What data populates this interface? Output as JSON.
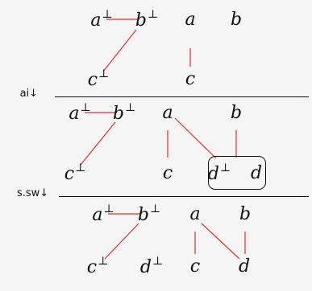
{
  "diagram": {
    "stages": [
      {
        "nodes": [
          {
            "id": "a_perp",
            "label": "a",
            "perp": true
          },
          {
            "id": "b_perp",
            "label": "b",
            "perp": true
          },
          {
            "id": "a",
            "label": "a",
            "perp": false
          },
          {
            "id": "b",
            "label": "b",
            "perp": false
          },
          {
            "id": "c_perp",
            "label": "c",
            "perp": true
          },
          {
            "id": "c",
            "label": "c",
            "perp": false
          }
        ],
        "edges": [
          [
            "a_perp",
            "b_perp"
          ],
          [
            "b_perp",
            "c_perp"
          ],
          [
            "a",
            "c"
          ]
        ]
      },
      {
        "rule": "ai↓",
        "nodes": [
          {
            "id": "a_perp",
            "label": "a",
            "perp": true
          },
          {
            "id": "b_perp",
            "label": "b",
            "perp": true
          },
          {
            "id": "a",
            "label": "a",
            "perp": false
          },
          {
            "id": "b",
            "label": "b",
            "perp": false
          },
          {
            "id": "c_perp",
            "label": "c",
            "perp": true
          },
          {
            "id": "c",
            "label": "c",
            "perp": false
          },
          {
            "id": "d_perp",
            "label": "d",
            "perp": true
          },
          {
            "id": "d",
            "label": "d",
            "perp": false
          }
        ],
        "edges": [
          [
            "a_perp",
            "b_perp"
          ],
          [
            "b_perp",
            "c_perp"
          ],
          [
            "a",
            "c"
          ],
          [
            "a",
            "d_perp"
          ],
          [
            "b",
            "d_perp"
          ]
        ],
        "boxed": [
          "d_perp",
          "d"
        ]
      },
      {
        "rule": "s.sw↓",
        "nodes": [
          {
            "id": "a_perp",
            "label": "a",
            "perp": true
          },
          {
            "id": "b_perp",
            "label": "b",
            "perp": true
          },
          {
            "id": "a",
            "label": "a",
            "perp": false
          },
          {
            "id": "b",
            "label": "b",
            "perp": false
          },
          {
            "id": "c_perp",
            "label": "c",
            "perp": true
          },
          {
            "id": "d_perp",
            "label": "d",
            "perp": true
          },
          {
            "id": "c",
            "label": "c",
            "perp": false
          },
          {
            "id": "d",
            "label": "d",
            "perp": false
          }
        ],
        "edges": [
          [
            "a_perp",
            "b_perp"
          ],
          [
            "b_perp",
            "c_perp"
          ],
          [
            "a",
            "c"
          ],
          [
            "a",
            "d"
          ],
          [
            "b",
            "d"
          ]
        ]
      }
    ],
    "perp_symbol": "⊥",
    "edge_color": "#e03030",
    "ink_color": "#111111"
  }
}
